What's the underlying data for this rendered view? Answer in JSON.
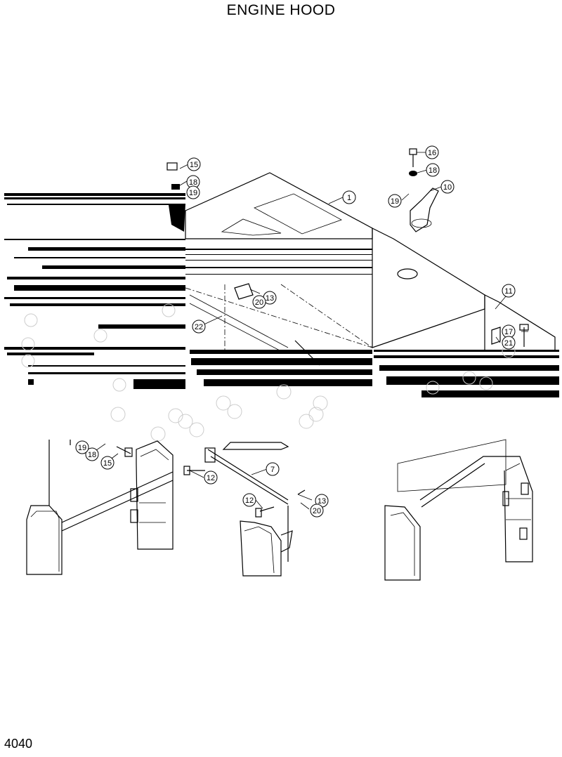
{
  "title": "ENGINE HOOD",
  "page_number": "4040",
  "callouts": [
    {
      "label": "1"
    },
    {
      "label": "7"
    },
    {
      "label": "10"
    },
    {
      "label": "11"
    },
    {
      "label": "12"
    },
    {
      "label": "12"
    },
    {
      "label": "13"
    },
    {
      "label": "13"
    },
    {
      "label": "15"
    },
    {
      "label": "15"
    },
    {
      "label": "16"
    },
    {
      "label": "17"
    },
    {
      "label": "18"
    },
    {
      "label": "18"
    },
    {
      "label": "18"
    },
    {
      "label": "19"
    },
    {
      "label": "19"
    },
    {
      "label": "19"
    },
    {
      "label": "20"
    },
    {
      "label": "20"
    },
    {
      "label": "21"
    },
    {
      "label": "22"
    }
  ]
}
